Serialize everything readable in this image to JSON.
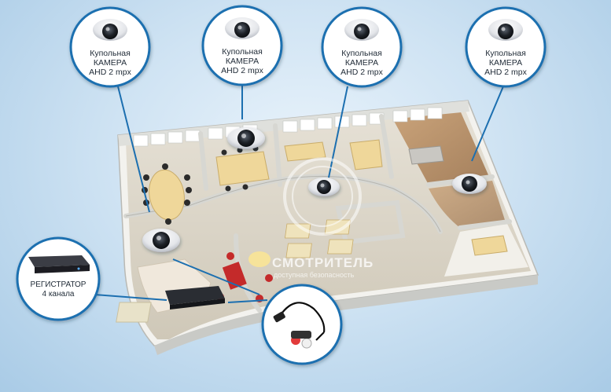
{
  "cameras": [
    {
      "line1": "Купольная",
      "line2": "КАМЕРА",
      "line3": "AHD 2 mpx"
    },
    {
      "line1": "Купольная",
      "line2": "КАМЕРА",
      "line3": "AHD 2 mpx"
    },
    {
      "line1": "Купольная",
      "line2": "КАМЕРА",
      "line3": "AHD 2 mpx"
    },
    {
      "line1": "Купольная",
      "line2": "КАМЕРА",
      "line3": "AHD 2 mpx"
    }
  ],
  "recorder": {
    "line1": "РЕГИСТРАТОР",
    "line2": "4 канала"
  },
  "watermark": {
    "title": "СМОТРИТЕЛЬ",
    "subtitle": "доступная безопасность"
  },
  "colors": {
    "accent": "#1c6fb0",
    "wall": "#e8e8e4",
    "floor": "#d9d3c4",
    "wood": "#b78a5f"
  }
}
